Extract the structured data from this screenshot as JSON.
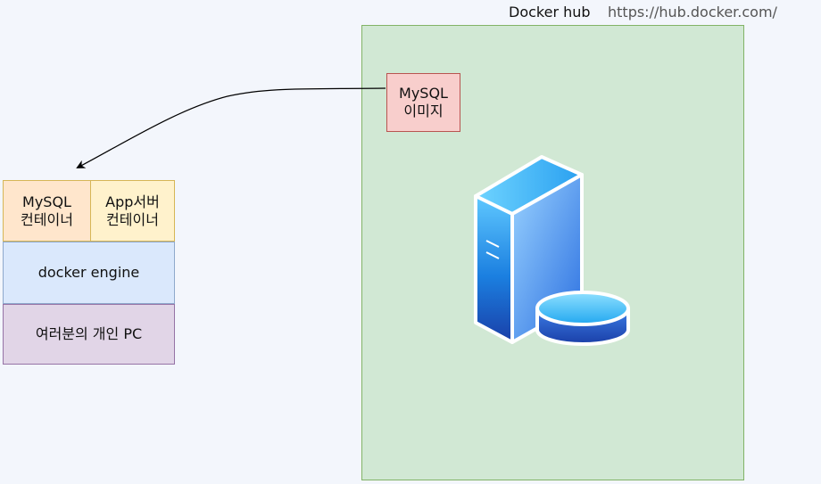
{
  "hub": {
    "label": "Docker hub",
    "url": "https://hub.docker.com/"
  },
  "mysql_image": {
    "line1": "MySQL",
    "line2": "이미지"
  },
  "containers": {
    "mysql": {
      "line1": "MySQL",
      "line2": "컨테이너"
    },
    "app": {
      "line1": "App서버",
      "line2": "컨테이너"
    }
  },
  "engine": {
    "label": "docker engine"
  },
  "pc": {
    "label": "여러분의 개인 PC"
  },
  "icons": {
    "server": "server-database-icon",
    "arrow": "pull-arrow"
  }
}
